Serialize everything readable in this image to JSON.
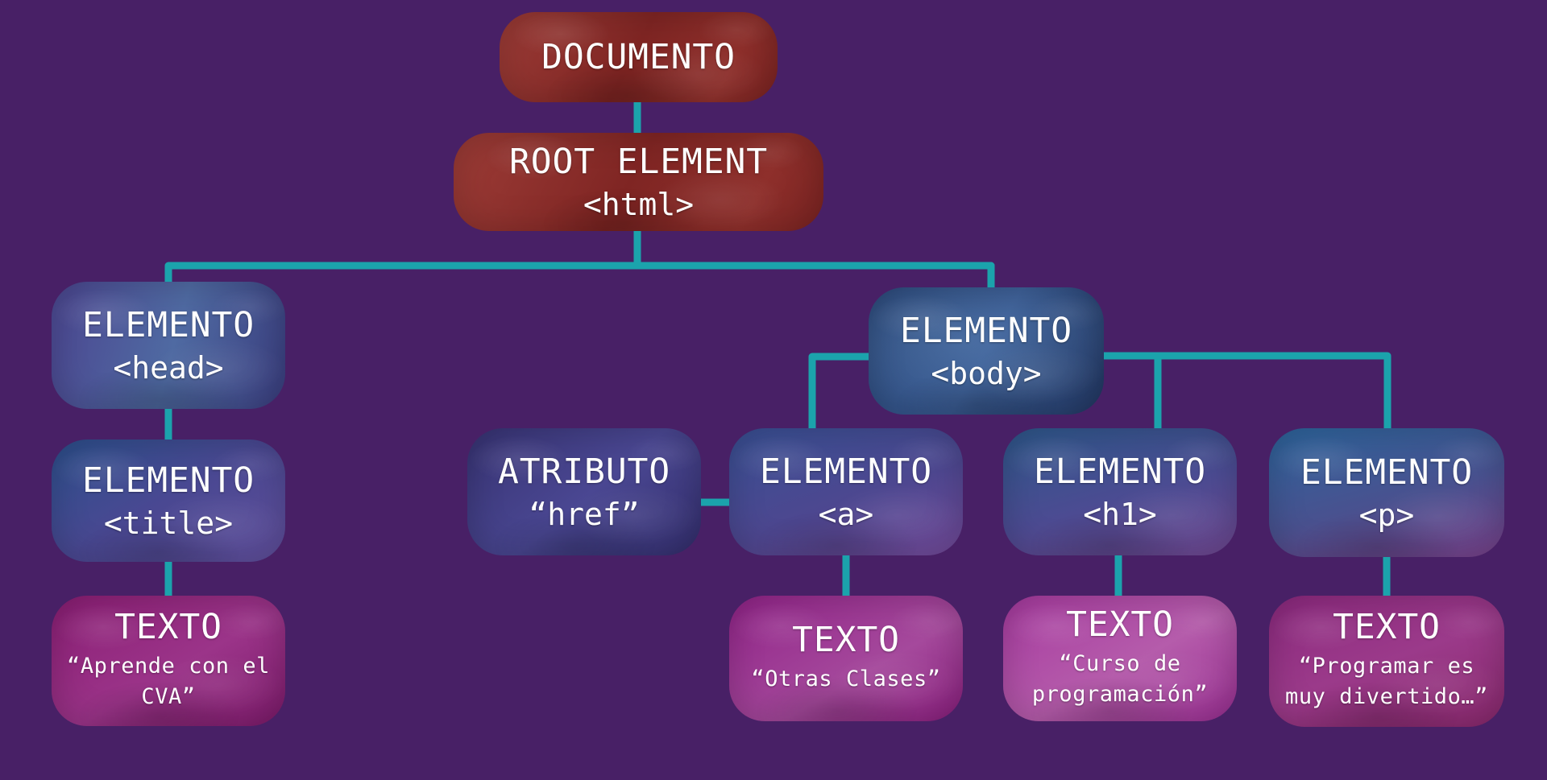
{
  "diagram": {
    "kind": "dom-tree",
    "language": "es"
  },
  "colors": {
    "background": "#482066",
    "connector_outer": "#1ba3ac",
    "connector_inner": "#ffffff",
    "node_document": "#8e2f2b",
    "node_element": "#3a5c94",
    "node_attribute": "#4a4792",
    "node_text": "#9b3489",
    "text": "#ffffff"
  },
  "nodes": {
    "documento": {
      "title": "DOCUMENTO",
      "subtitle": "",
      "type": "document"
    },
    "root": {
      "title": "ROOT ELEMENT",
      "subtitle": "<html>",
      "type": "document"
    },
    "head": {
      "title": "ELEMENTO",
      "subtitle": "<head>",
      "type": "element"
    },
    "title": {
      "title": "ELEMENTO",
      "subtitle": "<title>",
      "type": "element"
    },
    "texto_title": {
      "title": "TEXTO",
      "subtitle": "“Aprende con el CVA”",
      "type": "text"
    },
    "body": {
      "title": "ELEMENTO",
      "subtitle": "<body>",
      "type": "element"
    },
    "atributo": {
      "title": "ATRIBUTO",
      "subtitle": "“href”",
      "type": "attribute"
    },
    "a": {
      "title": "ELEMENTO",
      "subtitle": "<a>",
      "type": "element"
    },
    "h1": {
      "title": "ELEMENTO",
      "subtitle": "<h1>",
      "type": "element"
    },
    "p": {
      "title": "ELEMENTO",
      "subtitle": "<p>",
      "type": "element"
    },
    "texto_a": {
      "title": "TEXTO",
      "subtitle": "“Otras Clases”",
      "type": "text"
    },
    "texto_h1": {
      "title": "TEXTO",
      "subtitle": "“Curso de programación”",
      "type": "text"
    },
    "texto_p": {
      "title": "TEXTO",
      "subtitle": "“Programar es muy divertido…”",
      "type": "text"
    }
  },
  "edges": [
    {
      "from": "documento",
      "to": "root"
    },
    {
      "from": "root",
      "to": "head"
    },
    {
      "from": "root",
      "to": "body"
    },
    {
      "from": "head",
      "to": "title"
    },
    {
      "from": "title",
      "to": "texto_title"
    },
    {
      "from": "atributo",
      "to": "a"
    },
    {
      "from": "body",
      "to": "a"
    },
    {
      "from": "body",
      "to": "h1"
    },
    {
      "from": "body",
      "to": "p"
    },
    {
      "from": "a",
      "to": "texto_a"
    },
    {
      "from": "h1",
      "to": "texto_h1"
    },
    {
      "from": "p",
      "to": "texto_p"
    }
  ]
}
